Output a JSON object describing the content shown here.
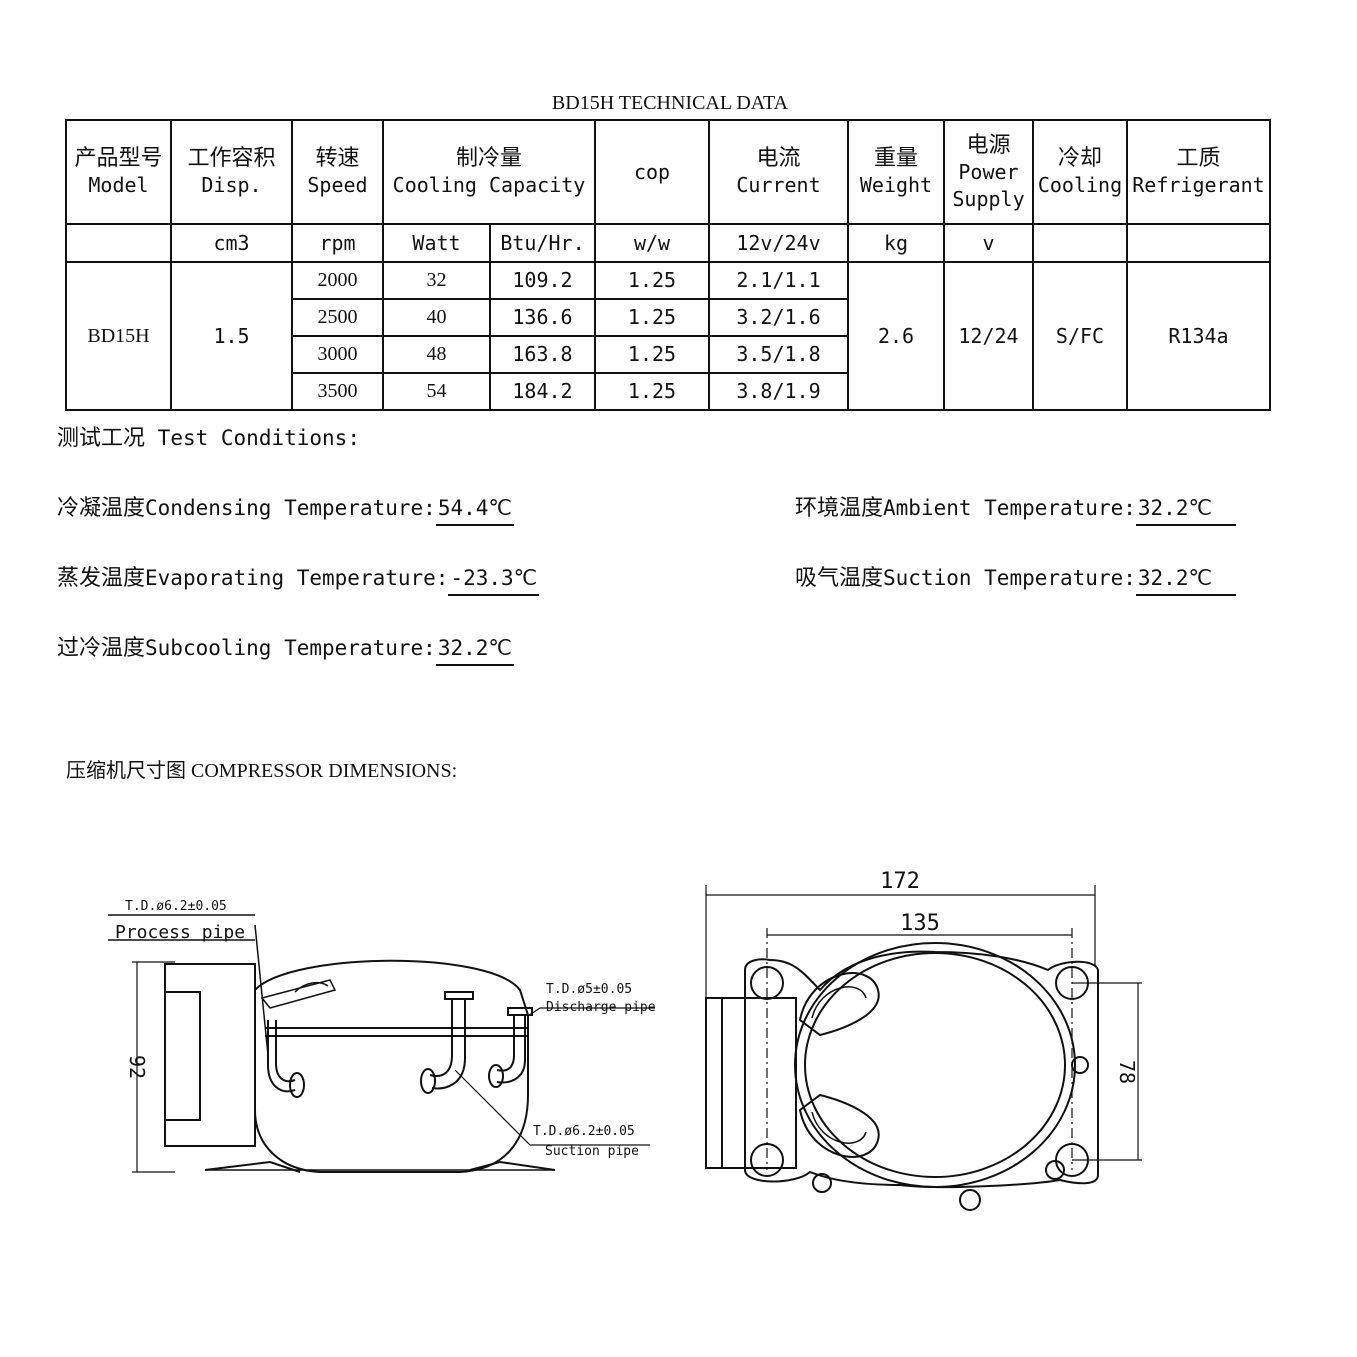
{
  "title": "BD15H TECHNICAL DATA",
  "table": {
    "headers": [
      {
        "zh": "产品型号",
        "en": "Model"
      },
      {
        "zh": "工作容积",
        "en": "Disp."
      },
      {
        "zh": "转速",
        "en": "Speed"
      },
      {
        "zh": "制冷量",
        "en": "Cooling Capacity"
      },
      {
        "zh": "",
        "en": "cop"
      },
      {
        "zh": "电流",
        "en": "Current"
      },
      {
        "zh": "重量",
        "en": "Weight"
      },
      {
        "zh": "电源",
        "en": "Power",
        "en2": "Supply"
      },
      {
        "zh": "冷却",
        "en": "Cooling"
      },
      {
        "zh": "工质",
        "en": "Refrigerant"
      }
    ],
    "units": [
      "",
      "cm3",
      "rpm",
      "Watt",
      "Btu/Hr.",
      "w/w",
      "12v/24v",
      "kg",
      "v",
      "",
      ""
    ],
    "model": "BD15H",
    "disp": "1.5",
    "rows": [
      {
        "speed": "2000",
        "watt": "32",
        "btu": "109.2",
        "cop": "1.25",
        "current": "2.1/1.1"
      },
      {
        "speed": "2500",
        "watt": "40",
        "btu": "136.6",
        "cop": "1.25",
        "current": "3.2/1.6"
      },
      {
        "speed": "3000",
        "watt": "48",
        "btu": "163.8",
        "cop": "1.25",
        "current": "3.5/1.8"
      },
      {
        "speed": "3500",
        "watt": "54",
        "btu": "184.2",
        "cop": "1.25",
        "current": "3.8/1.9"
      }
    ],
    "weight": "2.6",
    "power": "12/24",
    "cooling": "S/FC",
    "refrigerant": "R134a"
  },
  "conditions": {
    "heading_zh": "测试工况",
    "heading_en": "Test Conditions:",
    "condensing": {
      "zh": "冷凝温度",
      "en": "Condensing Temperature:",
      "value": "54.4℃"
    },
    "ambient": {
      "zh": "环境温度",
      "en": "Ambient Temperature:",
      "value": "32.2℃"
    },
    "evaporating": {
      "zh": "蒸发温度",
      "en": "Evaporating Temperature:",
      "value": "-23.3℃"
    },
    "suction": {
      "zh": "吸气温度",
      "en": "Suction Temperature:",
      "value": "32.2℃"
    },
    "subcooling": {
      "zh": "过冷温度",
      "en": "Subcooling Temperature:",
      "value": "32.2℃"
    }
  },
  "dimensions": {
    "title_zh": "压缩机尺寸图",
    "title_en": "COMPRESSOR DIMENSIONS:",
    "process_td": "T.D.ø6.2±0.05",
    "process_label": "Process pipe",
    "discharge_td": "T.D.ø5±0.05",
    "discharge_label": "Discharge pipe",
    "suction_td": "T.D.ø6.2±0.05",
    "suction_label": "Suction pipe",
    "height": "92",
    "width_outer": "172",
    "width_inner": "135",
    "mount_spacing": "78"
  }
}
